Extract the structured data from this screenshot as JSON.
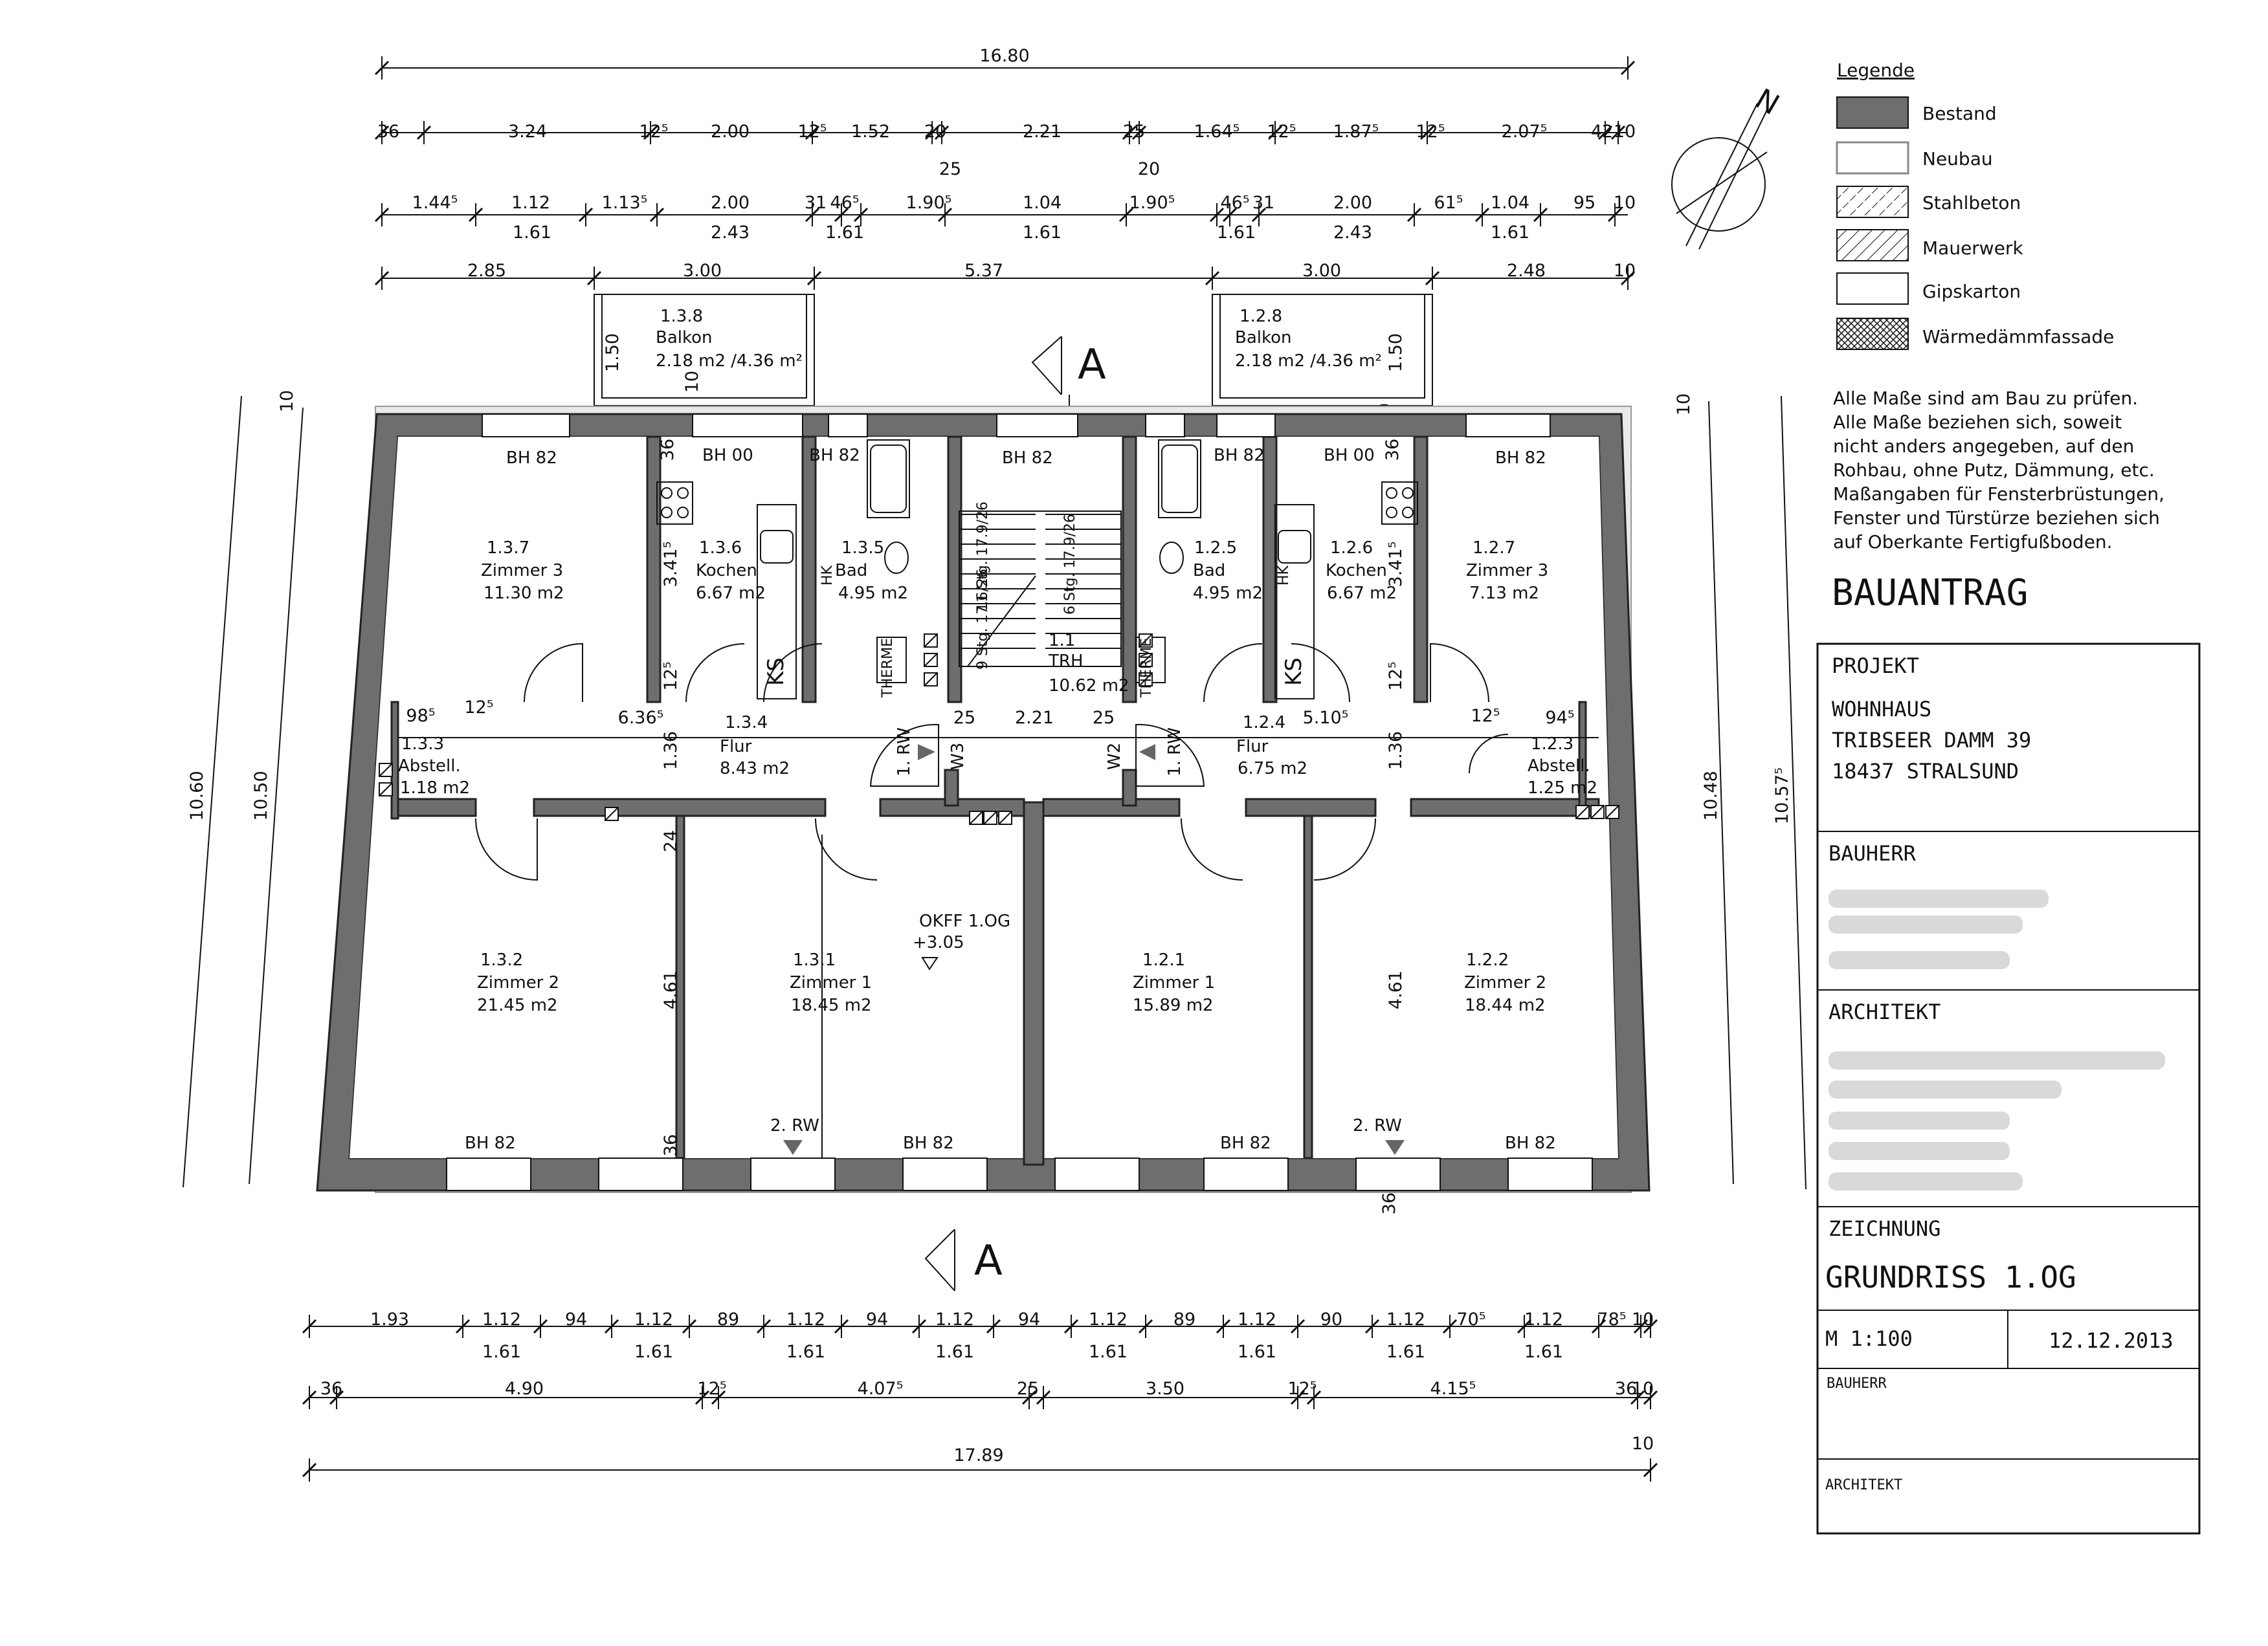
{
  "dims_top": {
    "total": "16.80",
    "row1": [
      "36",
      "3.24",
      "12⁵",
      "2.00",
      "12⁵",
      "1.52",
      "20",
      "2.21",
      "25",
      "1.64⁵",
      "12⁵",
      "1.87⁵",
      "12⁵",
      "2.07⁵",
      "42",
      "10"
    ],
    "row1_sub": [
      "25",
      "20"
    ],
    "row2": [
      "1.44⁵",
      "1.12",
      "1.13⁵",
      "2.00",
      "31",
      "46⁵",
      "1.90⁵",
      "1.04",
      "1.90⁵",
      "46⁵",
      "31",
      "2.00",
      "61⁵",
      "1.04",
      "95",
      "10"
    ],
    "row2_sub": [
      "1.61",
      "2.43",
      "1.61",
      "1.61",
      "1.61",
      "2.43",
      "1.61"
    ],
    "row3": [
      "2.85",
      "3.00",
      "5.37",
      "3.00",
      "2.48",
      "10"
    ]
  },
  "dims_bottom": {
    "row1": [
      "1.93",
      "1.12",
      "94",
      "1.12",
      "89",
      "1.12",
      "94",
      "1.12",
      "94",
      "1.12",
      "89",
      "1.12",
      "90",
      "1.12",
      "70⁵",
      "1.12",
      "78⁵",
      "10"
    ],
    "row1_sub": [
      "1.61",
      "1.61",
      "1.61",
      "1.61",
      "1.61",
      "1.61",
      "1.61",
      "1.61"
    ],
    "row2": [
      "36",
      "4.90",
      "12⁵",
      "4.07⁵",
      "25",
      "3.50",
      "12⁵",
      "4.15⁵",
      "36",
      "10"
    ],
    "total": "17.89",
    "total_end": "10"
  },
  "dims_side": {
    "left_outer": "10.60",
    "left_inner": "10.50",
    "left_top": "10",
    "right_inner": "10.48",
    "right_outer": "10.57⁵",
    "right_top": "10"
  },
  "section_marks": [
    "A",
    "A"
  ],
  "rooms": [
    {
      "id": "1.3.7",
      "name": "Zimmer 3",
      "area": "11.30 m2",
      "bh": "BH 82"
    },
    {
      "id": "1.3.6",
      "name": "Kochen",
      "area": "6.67 m2",
      "bh": "BH 00"
    },
    {
      "id": "1.3.5",
      "name": "Bad",
      "area": "4.95 m2",
      "bh": "BH 82"
    },
    {
      "id": "1.1",
      "name": "TRH",
      "area": "10.62 m2",
      "bh": "BH 82"
    },
    {
      "id": "1.2.5",
      "name": "Bad",
      "area": "4.95 m2",
      "bh": "BH 82"
    },
    {
      "id": "1.2.6",
      "name": "Kochen",
      "area": "6.67 m2",
      "bh": "BH 00"
    },
    {
      "id": "1.2.7",
      "name": "Zimmer 3",
      "area": "7.13 m2",
      "bh": "BH 82"
    },
    {
      "id": "1.3.3",
      "name": "Abstell.",
      "area": "1.18 m2"
    },
    {
      "id": "1.3.4",
      "name": "Flur",
      "area": "8.43 m2"
    },
    {
      "id": "1.2.4",
      "name": "Flur",
      "area": "6.75 m2"
    },
    {
      "id": "1.2.3",
      "name": "Abstell.",
      "area": "1.25 m2"
    },
    {
      "id": "1.3.2",
      "name": "Zimmer 2",
      "area": "21.45 m2",
      "bh": "BH 82"
    },
    {
      "id": "1.3.1",
      "name": "Zimmer 1",
      "area": "18.45 m2",
      "bh": "BH 82"
    },
    {
      "id": "1.2.1",
      "name": "Zimmer 1",
      "area": "15.89 m2",
      "bh": "BH 82"
    },
    {
      "id": "1.2.2",
      "name": "Zimmer 2",
      "area": "18.44 m2",
      "bh": "BH 82"
    }
  ],
  "balconies": [
    {
      "id": "1.3.8",
      "name": "Balkon",
      "area": "2.18 m2 /4.36 m²"
    },
    {
      "id": "1.2.8",
      "name": "Balkon",
      "area": "2.18 m2 /4.36 m²"
    }
  ],
  "interior": {
    "okff": "OKFF 1.OG",
    "okff_val": "+3.05",
    "rw1": "1. RW",
    "rw2": "2. RW",
    "w3": "W3",
    "w2": "W2",
    "ks": "KS",
    "therme": "THERME",
    "hk": "HK",
    "stairs_l": "11 Stg. 17.9/26",
    "stairs_l2": "9 Stg. 17.6/26",
    "stairs_r": "6 Stg. 17.9/26",
    "misc": [
      "1.50",
      "1.50",
      "10",
      "10",
      "36",
      "36",
      "3.41⁵",
      "3.41⁵",
      "12⁵",
      "12⁵",
      "98⁵",
      "12⁵",
      "6.36⁵",
      "1.36",
      "25",
      "2.21",
      "25",
      "5.10⁵",
      "1.36",
      "12⁵",
      "94⁵",
      "24",
      "4.61",
      "4.61",
      "36",
      "36"
    ]
  },
  "north_label": "N",
  "legend": {
    "title": "Legende",
    "items": [
      "Bestand",
      "Neubau",
      "Stahlbeton",
      "Mauerwerk",
      "Gipskarton",
      "Wärmedämmfassade"
    ]
  },
  "notes": [
    "Alle Maße sind am Bau zu prüfen.",
    "Alle Maße beziehen sich, soweit",
    "nicht anders angegeben, auf den",
    "Rohbau, ohne Putz, Dämmung, etc.",
    "Maßangaben für Fensterbrüstungen,",
    "Fenster und Türstürze beziehen sich",
    "auf Oberkante Fertigfußboden."
  ],
  "title_block": {
    "heading": "BAUANTRAG",
    "projekt_label": "PROJEKT",
    "projekt": [
      "WOHNHAUS",
      "TRIBSEER DAMM 39",
      "18437 STRALSUND"
    ],
    "bauherr_label": "BAUHERR",
    "architekt_label": "ARCHITEKT",
    "zeichnung_label": "ZEICHNUNG",
    "zeichnung": "GRUNDRISS 1.OG",
    "massstab": "M  1:100",
    "datum": "12.12.2013",
    "sign_bauherr": "BAUHERR",
    "sign_architekt": "ARCHITEKT"
  }
}
